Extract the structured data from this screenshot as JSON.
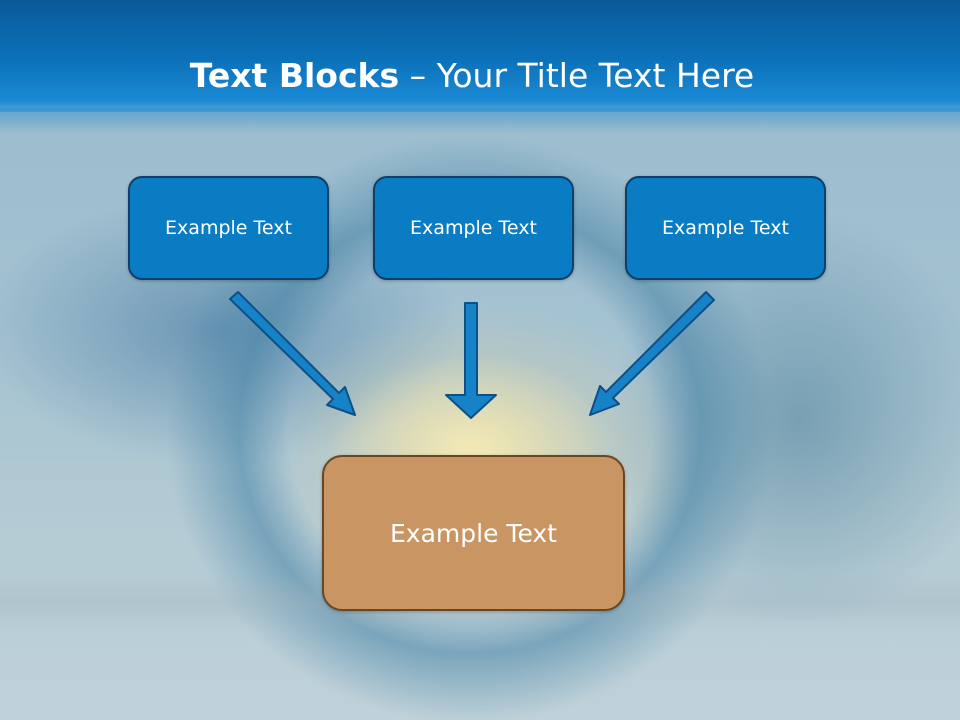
{
  "title": {
    "bold": "Text Blocks",
    "rest": " – Your Title Text Here"
  },
  "blocks": [
    {
      "label": "Example Text"
    },
    {
      "label": "Example Text"
    },
    {
      "label": "Example Text"
    }
  ],
  "target": {
    "label": "Example Text"
  },
  "colors": {
    "header": "#0c72bb",
    "block_fill": "#0a7cc4",
    "block_border": "#0d3f6a",
    "target_fill": "#c99562",
    "target_border": "#6a4722",
    "arrow_fill": "#1683c8"
  }
}
